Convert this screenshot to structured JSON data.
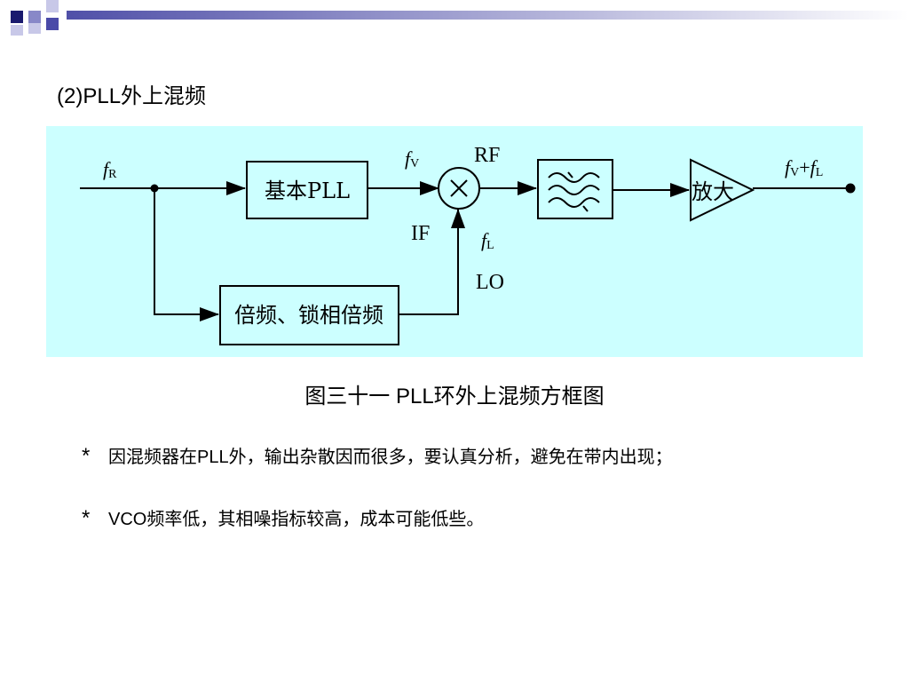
{
  "slide": {
    "title": "(2)PLL外上混频",
    "caption": "图三十一 PLL环外上混频方框图",
    "bullets": [
      {
        "marker": "*",
        "text": "因混频器在PLL外，输出杂散因而很多，要认真分析，避免在带内出现；"
      },
      {
        "marker": "*",
        "text": "VCO频率低，其相噪指标较高，成本可能低些。"
      }
    ]
  },
  "diagram": {
    "blocks": {
      "basic_pll": "基本PLL",
      "multiplier": "倍频、锁相倍频",
      "amplifier": "放大"
    },
    "signals": {
      "input_f": "f",
      "input_sub": "R",
      "fv_f": "f",
      "fv_sub": "V",
      "rf": "RF",
      "if": "IF",
      "fl_f": "f",
      "fl_sub": "L",
      "lo": "LO",
      "out_f1": "f",
      "out_sub1": "V",
      "out_plus": "+",
      "out_f2": "f",
      "out_sub2": "L"
    },
    "colors": {
      "background": "#ccffff",
      "block_fill": "#ccffff",
      "stroke": "#000000"
    }
  },
  "decoration": {
    "colors": [
      "#1a1a6e",
      "#4a4aa8",
      "#8888c8",
      "#c8c8e8"
    ]
  }
}
